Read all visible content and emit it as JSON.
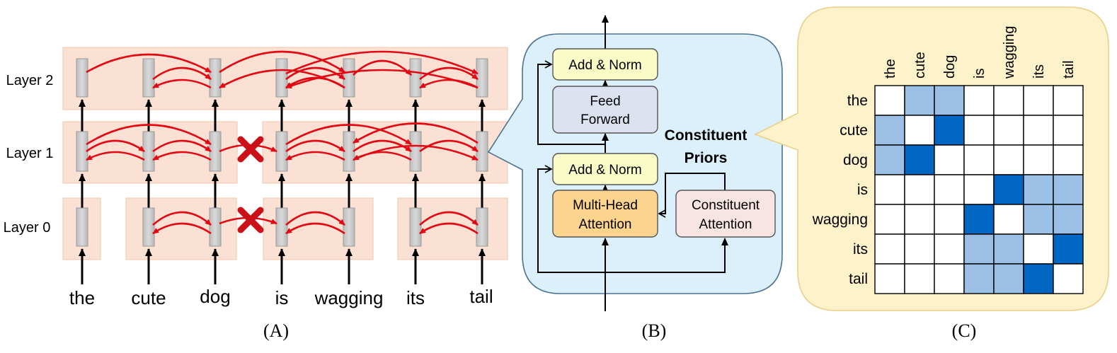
{
  "panel_a": {
    "layers": [
      "Layer 2",
      "Layer 1",
      "Layer 0"
    ],
    "words": [
      "the",
      "cute",
      "dog",
      "is",
      "wagging",
      "its",
      "tail"
    ],
    "caption": "(A)"
  },
  "panel_b": {
    "add_norm_top": "Add & Norm",
    "feed_forward_1": "Feed",
    "feed_forward_2": "Forward",
    "add_norm_bottom": "Add & Norm",
    "mha_1": "Multi-Head",
    "mha_2": "Attention",
    "ca_1": "Constituent",
    "ca_2": "Attention",
    "priors_1": "Constituent",
    "priors_2": "Priors",
    "caption": "(B)"
  },
  "panel_c": {
    "columns": [
      "the",
      "cute",
      "dog",
      "is",
      "wagging",
      "its",
      "tail"
    ],
    "rows": [
      "the",
      "cute",
      "dog",
      "is",
      "wagging",
      "its",
      "tail"
    ],
    "matrix": [
      [
        0,
        1,
        1,
        0,
        0,
        0,
        0
      ],
      [
        1,
        0,
        2,
        0,
        0,
        0,
        0
      ],
      [
        1,
        2,
        0,
        0,
        0,
        0,
        0
      ],
      [
        0,
        0,
        0,
        0,
        2,
        1,
        1
      ],
      [
        0,
        0,
        0,
        2,
        0,
        1,
        1
      ],
      [
        0,
        0,
        0,
        1,
        1,
        0,
        2
      ],
      [
        0,
        0,
        0,
        1,
        1,
        2,
        0
      ]
    ],
    "caption": "(C)"
  },
  "colors": {
    "segment_fill": "#fbe1d3",
    "segment_stroke": "#f1c6ad",
    "arrow_red": "#e30613",
    "cross_red": "#cc1018",
    "bubble_fill": "#dcf0fb",
    "bubble_stroke": "#4c7391",
    "add_norm": "#fafcc7",
    "feed_forward": "#dde2f0",
    "mha": "#fdd48d",
    "constituent_attention": "#f8e4e2",
    "panel_c_fill": "#fdf2c9",
    "panel_c_stroke": "#ead089",
    "cell_light": "#9cbfe6",
    "cell_dark": "#0066c4"
  }
}
